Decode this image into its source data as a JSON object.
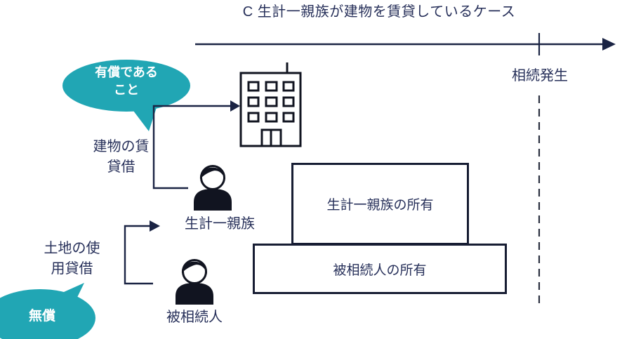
{
  "title": "C 生計一親族が建物を賃貸しているケース",
  "timeline": {
    "event_label": "相続発生"
  },
  "bubbles": {
    "paid": {
      "lines": [
        "有償である",
        "こと"
      ],
      "color": "#21a6b4"
    },
    "free": {
      "text": "無償",
      "color": "#21a6b4"
    }
  },
  "arrows": {
    "building_lease": {
      "lines": [
        "建物の賃",
        "貸借"
      ]
    },
    "land_loan": {
      "lines": [
        "土地の使",
        "用貸借"
      ]
    }
  },
  "actors": {
    "relative": {
      "label": "生計一親族"
    },
    "decedent": {
      "label": "被相続人"
    }
  },
  "boxes": {
    "building_owner": {
      "text": "生計一親族の所有"
    },
    "land_owner": {
      "text": "被相続人の所有"
    }
  },
  "colors": {
    "navy_text": "#27305a",
    "navy_line": "#1b2444",
    "border": "#171d33",
    "teal": "#21a6b4",
    "icon_black": "#111420"
  }
}
